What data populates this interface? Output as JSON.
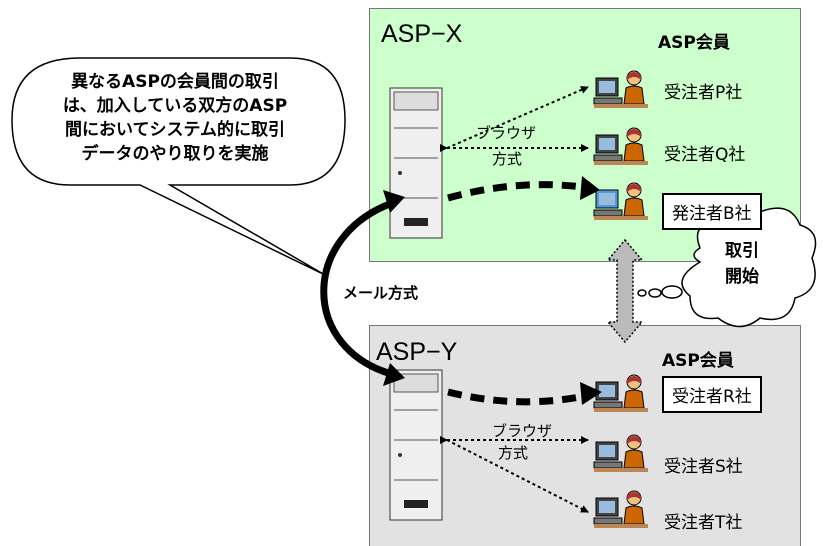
{
  "asp_x": {
    "title": "ASP−X",
    "members_label": "ASP会員",
    "companies": [
      "受注者P社",
      "受注者Q社",
      "発注者B社"
    ],
    "browser_label_1": "ブラウザ",
    "browser_label_2": "方式"
  },
  "asp_y": {
    "title": "ASP−Y",
    "members_label": "ASP会員",
    "companies": [
      "受注者R社",
      "受注者S社",
      "受注者T社"
    ],
    "browser_label_1": "ブラウザ",
    "browser_label_2": "方式"
  },
  "callout": {
    "lines": [
      "異なるASPの会員間の取引",
      "は、加入している双方のASP",
      "間においてシステム的に取引",
      "データのやり取りを実施"
    ]
  },
  "mail_label": "メール方式",
  "cloud": {
    "lines": [
      "取引",
      "開始"
    ]
  },
  "colors": {
    "asp_x_bg": "#ccffcc",
    "asp_y_bg": "#e2e2e2"
  }
}
